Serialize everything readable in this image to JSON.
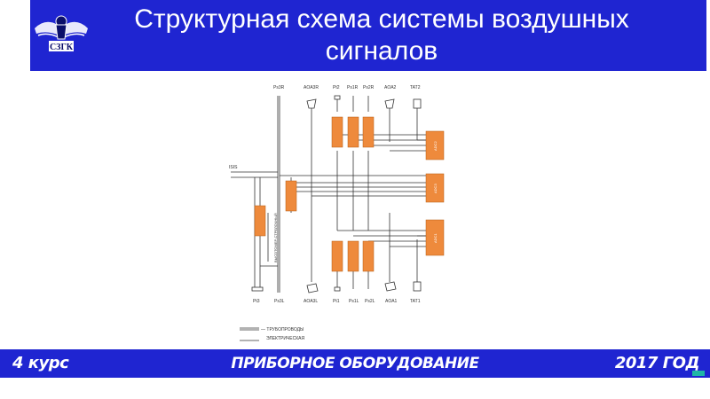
{
  "header": {
    "title_line1": "Структурная схема системы воздушных",
    "title_line2": "сигналов",
    "background": "#1f25d1",
    "logo_text": "СЗГК"
  },
  "diagram": {
    "top_labels": [
      "Ps3R",
      "AOA3R",
      "Pt2",
      "Ps1R",
      "Ps2R",
      "AOA2",
      "TAT2"
    ],
    "bottom_labels": [
      "Pt3",
      "Ps3L",
      "AOA3L",
      "Pt1",
      "Ps1L",
      "Ps2L",
      "AOA1",
      "TAT1"
    ],
    "left_label": "ISIS",
    "right_blocks": [
      "ADC2",
      "ADC3",
      "ADC1"
    ],
    "side_note": "ВЫСОТОМЕР-СТРЕЛОЧНЫЙ",
    "legend": {
      "pipe": "— ТРУБОПРОВОДЫ",
      "electric": "ЭЛЕКТРИЧЕСКАЯ"
    },
    "accent": "#ee8a3c"
  },
  "footer": {
    "left": "4 курс",
    "center": "ПРИБОРНОЕ ОБОРУДОВАНИЕ",
    "right": "2017 ГОД",
    "background": "#1f25d1"
  }
}
